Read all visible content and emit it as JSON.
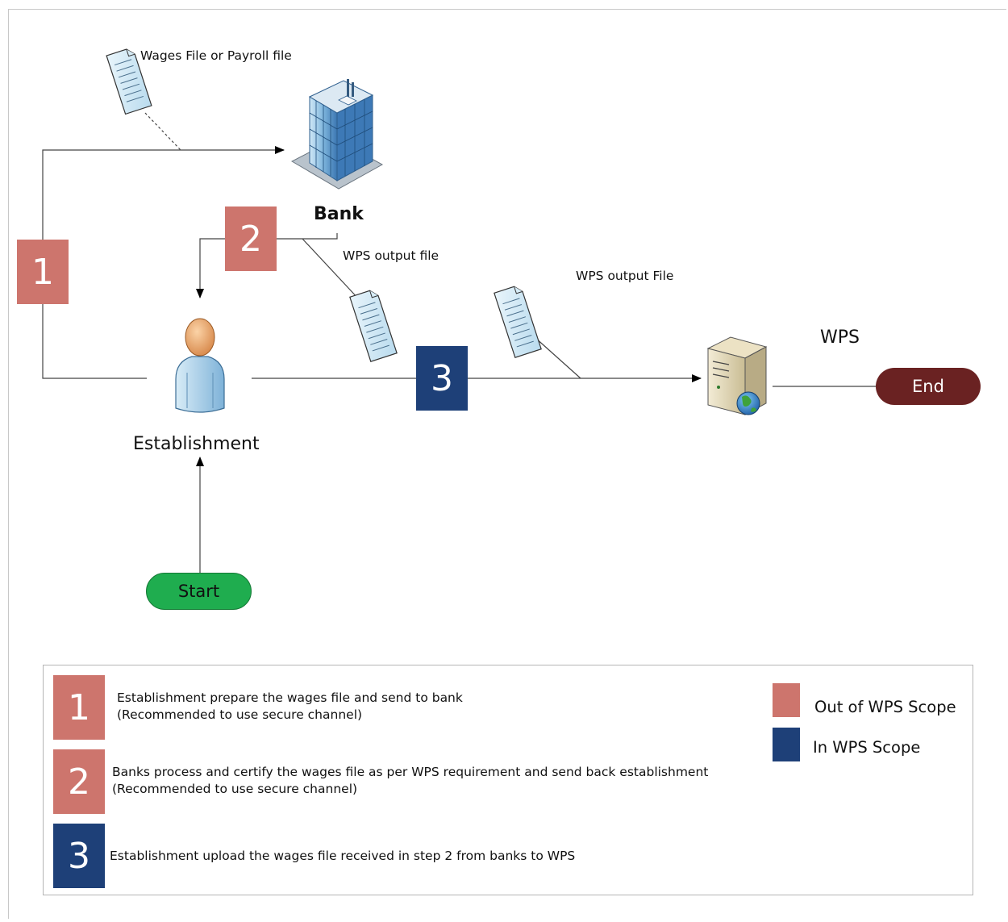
{
  "colors": {
    "out_scope": "#cd756d",
    "in_scope": "#1e4078",
    "start": "#1fad4f",
    "end": "#6a2222"
  },
  "nodes": {
    "bank_label": "Bank",
    "establishment_label": "Establishment",
    "wps_label": "WPS",
    "start_label": "Start",
    "end_label": "End"
  },
  "file_labels": {
    "wages_file": "Wages File or Payroll file",
    "wps_output_file_1": "WPS output file",
    "wps_output_file_2": "WPS output File"
  },
  "steps": [
    {
      "number": "1",
      "scope": "out",
      "description": [
        "Establishment prepare the wages file and send to bank",
        "(Recommended to use secure channel)"
      ]
    },
    {
      "number": "2",
      "scope": "out",
      "description": [
        "Banks process and certify the wages file as per WPS requirement and send back establishment",
        "(Recommended to use secure channel)"
      ]
    },
    {
      "number": "3",
      "scope": "in",
      "description": [
        "Establishment upload the wages file received in step 2 from banks to WPS"
      ]
    }
  ],
  "legend": {
    "out_scope_label": "Out of WPS Scope",
    "in_scope_label": "In WPS Scope"
  },
  "icons": {
    "bank": "office-building-icon",
    "establishment": "person-icon",
    "wps": "server-globe-icon",
    "document": "document-icon"
  }
}
